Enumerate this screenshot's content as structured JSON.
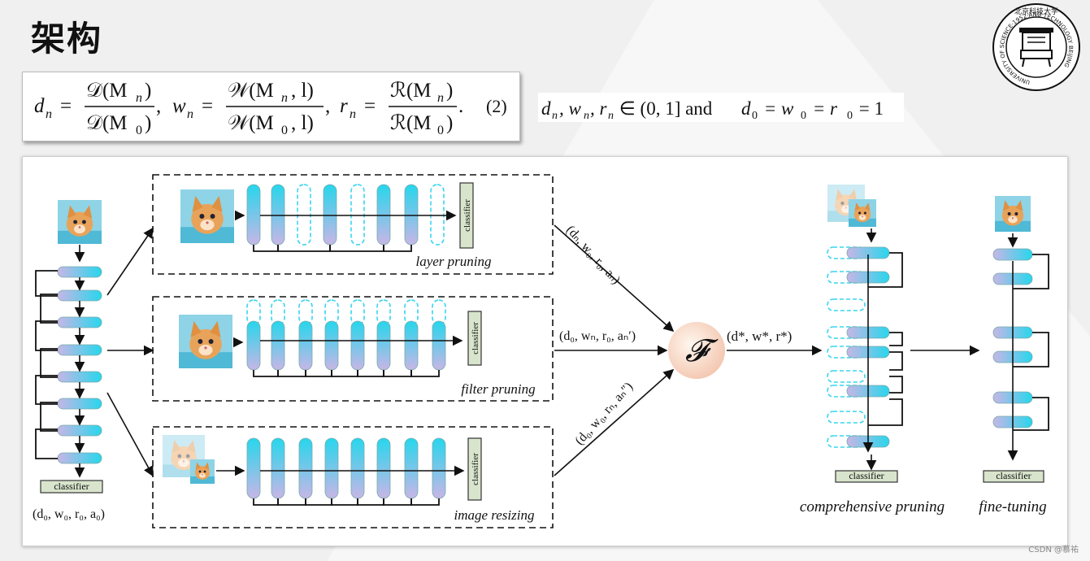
{
  "page_title": "架构",
  "logo": {
    "name": "university-seal",
    "ring_text": "UNIVERSITY OF SCIENCE·1952·AND TECHNOLOGY BEIJING",
    "top_text": "北京科技大学"
  },
  "equation": {
    "d_lhs": "d",
    "d_sub": "n",
    "w_lhs": "w",
    "r_lhs": "r",
    "D_num": "𝒟(M",
    "D_den": "𝒟(M",
    "W_num": "𝒲(M",
    "W_num_end": ", l)",
    "W_den": "𝒲(M",
    "W_den_end": ", l)",
    "R_num": "ℛ(M",
    "R_den": "ℛ(M",
    "close_paren": ")",
    "sub0": "0",
    "comma": ",",
    "period": ".",
    "number": "(2)"
  },
  "condition": {
    "part1": "d",
    "part2": ", w",
    "part3": ", r",
    "part4": " ∈ (0, 1] and ",
    "part5": "d",
    "part6": " = w",
    "part7": " = r",
    "part8": " = 1",
    "sub_n": "n",
    "sub_0": "0"
  },
  "figure": {
    "left_caption": "(d₀, w₀, r₀, a₀)",
    "classifier": "classifier",
    "branches": [
      {
        "label": "layer pruning",
        "tuple": "(dₙ, w₀, r₀, aₙ)"
      },
      {
        "label": "filter pruning",
        "tuple": "(d₀, wₙ, r₀, aₙ′)"
      },
      {
        "label": "image resizing",
        "tuple": "(d₀, w₀, rₙ, aₙ″)"
      }
    ],
    "combiner_symbol": "𝓕",
    "combiner_output": "(d*, w*, r*)",
    "comprehensive_label": "comprehensive pruning",
    "finetune_label": "fine-tuning"
  },
  "watermark": "CSDN @慕祐",
  "colors": {
    "cyan": "#27d6ec",
    "violet": "#c8b6e6",
    "dashed": "#39d5ee",
    "classifier_fill": "#d8e4cc"
  }
}
